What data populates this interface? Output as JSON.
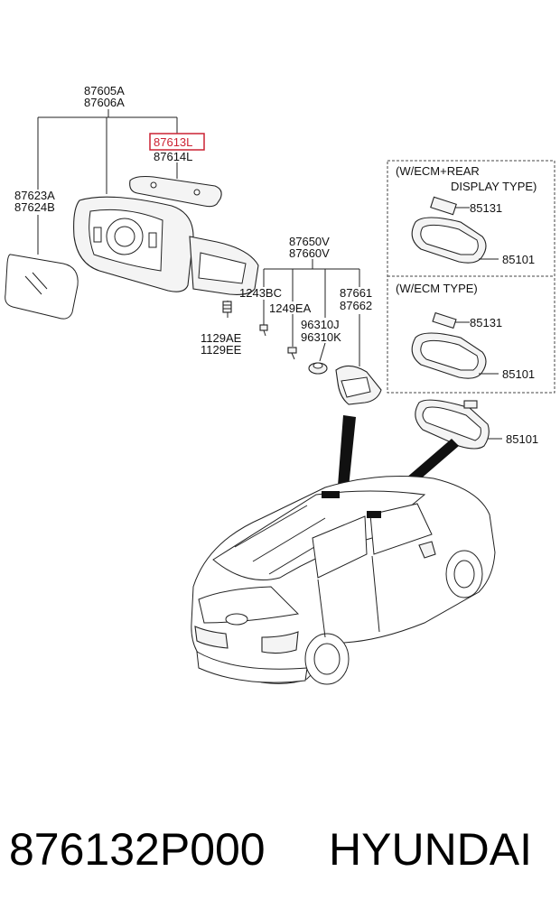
{
  "labels": {
    "p87605a": "87605A",
    "p87606a": "87606A",
    "p87613l": "87613L",
    "p87614l": "87614L",
    "p87623a": "87623A",
    "p87624b": "87624B",
    "p1129ae": "1129AE",
    "p1129ee": "1129EE",
    "p87650v": "87650V",
    "p87660v": "87660V",
    "p1243bc": "1243BC",
    "p1249ea": "1249EA",
    "p96310j": "96310J",
    "p96310k": "96310K",
    "p87661": "87661",
    "p87662": "87662",
    "p85131_a": "85131",
    "p85101_a": "85101",
    "p85131_b": "85131",
    "p85101_b": "85101",
    "p85101_c": "85101"
  },
  "boxes": {
    "ecm_rear_line1": "(W/ECM+REAR",
    "ecm_rear_line2": "DISPLAY TYPE)",
    "ecm_type": "(W/ECM TYPE)"
  },
  "footer": {
    "part_number": "876132P000",
    "brand": "HYUNDAI"
  },
  "colors": {
    "highlight": "#cc2233",
    "line": "#222222"
  }
}
